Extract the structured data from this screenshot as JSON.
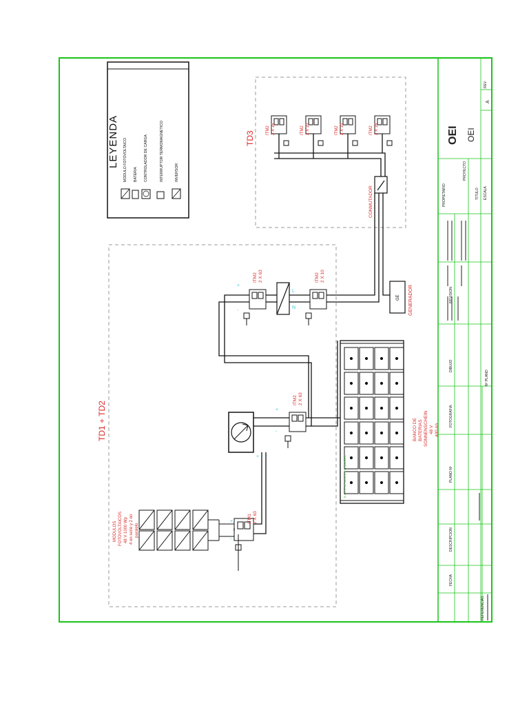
{
  "colors": {
    "border": "#19c419",
    "red": "#d92b2b",
    "cyan": "#3fc6d8",
    "green": "#3cae3c",
    "line": "#111111",
    "dash": "#9a9a9a"
  },
  "legend": {
    "title": "LEYENDA",
    "items": [
      "MODULO FOTOVOLTAICO",
      "BATERIA",
      "CONTROLADOR DE CARGA",
      "INTERRUPTOR TERMOMAGNETICO",
      "INVERSOR"
    ]
  },
  "zones": {
    "td12": "TD1 + TD2",
    "td3": "TD3"
  },
  "labels": {
    "modulos": [
      "MODULOS",
      "FOTOVOLTAICOS",
      "48 V 1000 Wp",
      "4 en serie y 2 en",
      "paralelo"
    ],
    "itm1": [
      "ITM1",
      "2 X 63"
    ],
    "itm2a": [
      "ITM2",
      "2 X 63"
    ],
    "itm2b": [
      "ITM2",
      "2 X 63"
    ],
    "itm2c": [
      "ITM2",
      "2 X 10"
    ],
    "td3_itms": [
      [
        "ITM2",
        "2 X 16"
      ],
      [
        "ITM2",
        "2 X 10"
      ],
      [
        "ITM2",
        "2 X 10"
      ],
      [
        "ITM2",
        "2 X 16"
      ]
    ],
    "banco": [
      "BANCO DE",
      "BATERIAS",
      "SONNENSCHEIN",
      "48 V",
      "400 Ah"
    ],
    "generador": "GENERADOR",
    "ge": "GE",
    "conmutador": "CONMUTADOR",
    "cyan_marks": [
      "+",
      "-",
      "L",
      "N"
    ],
    "battery_caption": "6 x 8 V en serie y 4 en paralelo"
  },
  "title_block": {
    "propietario": "PROPIETARIO",
    "proyecto": "PROYECTO",
    "titulo": "TITULO",
    "logo": "OEI",
    "logo2": "OEI",
    "rev": "REV",
    "rev_value": "A",
    "escala": "ESCALA",
    "n_plano": "Nº PLANO",
    "fotografia": "FOTOGRAFIA",
    "dibujo": "DIBUJO",
    "revision": "REVISION",
    "fecha": "FECHA",
    "descripcion": "DESCRIPCION",
    "plano": "PLANO Nº",
    "referencias": "REFERENCIAS"
  }
}
